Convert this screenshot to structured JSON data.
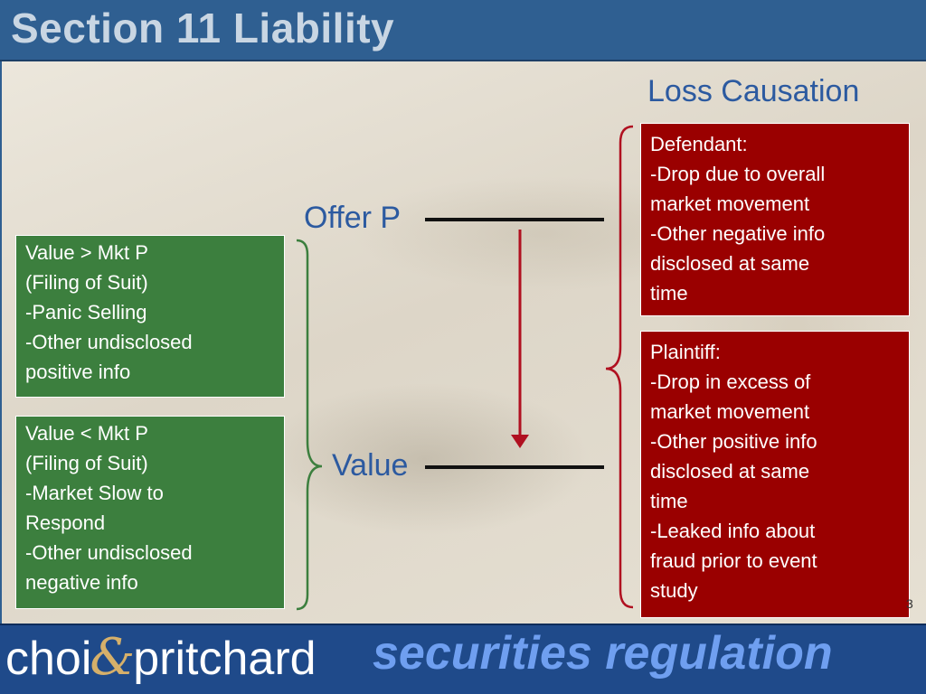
{
  "slide": {
    "title": "Section 11 Liability",
    "loss_causation": "Loss Causation",
    "offer_label": "Offer P",
    "value_label": "Value",
    "page_number": "3"
  },
  "boxes": {
    "value_gt": "Value > Mkt P\n(Filing of Suit)\n -Panic Selling\n -Other undisclosed\npositive info",
    "value_lt": "Value < Mkt P\n(Filing of Suit)\n -Market Slow to\nRespond\n -Other undisclosed\nnegative info",
    "defendant": "Defendant:\n-Drop due to overall\nmarket movement\n-Other negative info\ndisclosed at same\ntime",
    "plaintiff": "Plaintiff:\n-Drop in excess of\nmarket movement\n-Other positive info\ndisclosed at same\ntime\n-Leaked info about\nfraud prior to event\nstudy"
  },
  "footer": {
    "brand_left": "choi",
    "brand_amp": "&",
    "brand_right": "pritchard",
    "subject": "securities regulation"
  },
  "colors": {
    "title_bar": "#2f5f91",
    "accent_blue": "#2c5aa0",
    "green_box": "#3c7f3e",
    "red_box": "#9a0000",
    "arrow_red": "#b01020",
    "brace_green": "#3c7f3e",
    "brace_red": "#b01020",
    "footer_bg": "#1f4a8a"
  }
}
